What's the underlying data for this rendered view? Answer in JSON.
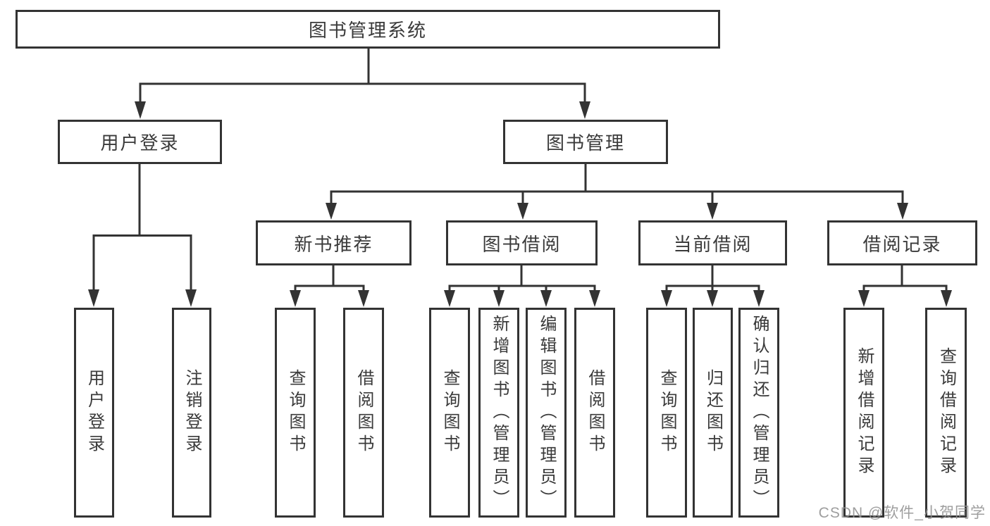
{
  "diagram_title": "图书管理系统",
  "tree": {
    "root": {
      "label": "图书管理系统"
    },
    "level2": [
      {
        "label": "用户登录"
      },
      {
        "label": "图书管理"
      }
    ],
    "level3": [
      {
        "label": "新书推荐"
      },
      {
        "label": "图书借阅"
      },
      {
        "label": "当前借阅"
      },
      {
        "label": "借阅记录"
      }
    ],
    "leaves": {
      "user_login": [
        {
          "label": "用户登录"
        },
        {
          "label": "注销登录"
        }
      ],
      "new_book_recommendation": [
        {
          "label": "查询图书"
        },
        {
          "label": "借阅图书"
        }
      ],
      "book_borrowing": [
        {
          "label": "查询图书"
        },
        {
          "label": "新增图书（管理员）"
        },
        {
          "label": "编辑图书（管理员）"
        },
        {
          "label": "借阅图书"
        }
      ],
      "current_borrowing": [
        {
          "label": "查询图书"
        },
        {
          "label": "归还图书"
        },
        {
          "label": "确认归还（管理员）"
        }
      ],
      "borrowing_records": [
        {
          "label": "新增借阅记录"
        },
        {
          "label": "查询借阅记录"
        }
      ]
    }
  },
  "watermark": "CSDN @软件_小贺同学",
  "colors": {
    "line": "#333333",
    "text": "#3a3a3a",
    "background": "#ffffff",
    "watermark": "#919191"
  }
}
